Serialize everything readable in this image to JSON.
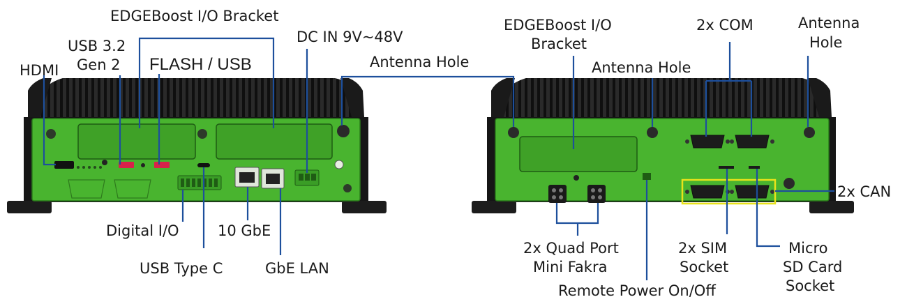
{
  "labels": {
    "left": {
      "edgeboost_bracket": "EDGEBoost I/O Bracket",
      "usb32_line1": "USB 3.2",
      "usb32_line2": "Gen 2",
      "hdmi": "HDMI",
      "flash_usb": "FLASH / USB",
      "dc_in": "DC IN 9V~48V",
      "antenna_hole": "Antenna Hole",
      "digital_io": "Digital I/O",
      "ten_gbe": "10 GbE",
      "usb_type_c": "USB Type C",
      "gbe_lan": "GbE LAN"
    },
    "right": {
      "edgeboost_line1": "EDGEBoost I/O",
      "edgeboost_line2": "Bracket",
      "antenna_hole": "Antenna Hole",
      "com": "2x COM",
      "antenna_line1": "Antenna",
      "antenna_line2": "Hole",
      "can": "2x CAN",
      "fakra_line1": "2x Quad Port",
      "fakra_line2": "Mini Fakra",
      "sim_line1": "2x SIM",
      "sim_line2": "Socket",
      "sd_line1": "Micro",
      "sd_line2": "SD Card",
      "sd_line3": "Socket",
      "remote_power": "Remote Power On/Off"
    }
  },
  "colors": {
    "panel": "#49b42f",
    "leader": "#1d4f9c",
    "highlight": "#e8e21a",
    "heatsink": "#1e1e1e"
  }
}
